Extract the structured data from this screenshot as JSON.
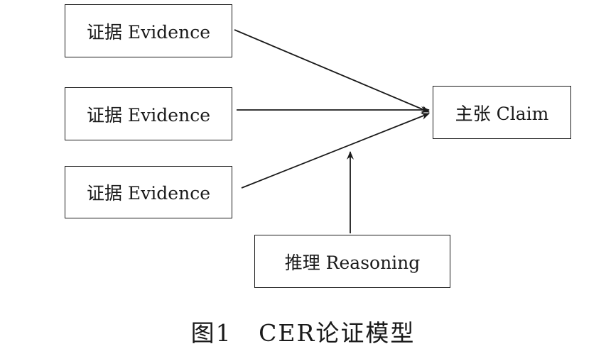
{
  "diagram": {
    "evidence_boxes": [
      {
        "label": "证据 Evidence"
      },
      {
        "label": "证据 Evidence"
      },
      {
        "label": "证据 Evidence"
      }
    ],
    "claim": {
      "label": "主张 Claim"
    },
    "reasoning": {
      "label": "推理 Reasoning"
    },
    "edges": [
      {
        "from": "evidence-1",
        "to": "claim"
      },
      {
        "from": "evidence-2",
        "to": "claim"
      },
      {
        "from": "evidence-3",
        "to": "claim"
      },
      {
        "from": "reasoning",
        "to": "claim-arrow-midpoint"
      }
    ]
  },
  "caption": {
    "figure_number": "图1",
    "title": "CER论证模型"
  }
}
